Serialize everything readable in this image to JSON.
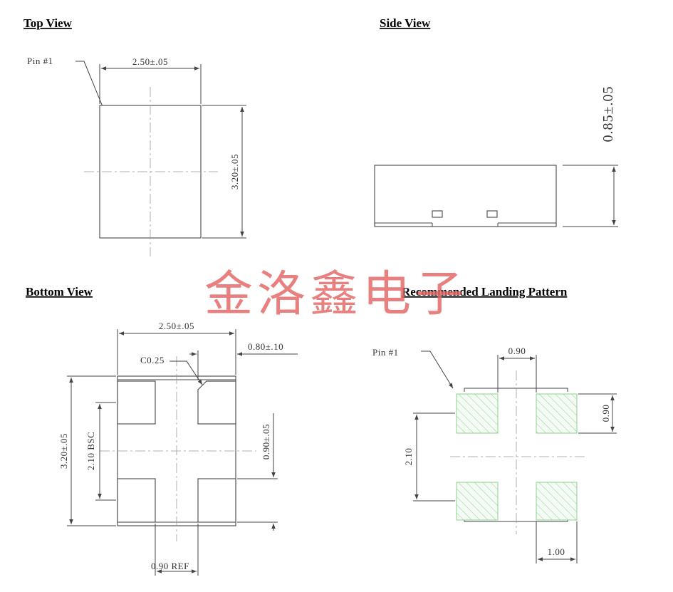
{
  "views": {
    "top": {
      "title": "Top View",
      "pin_label": "Pin  #1",
      "width_dim": "2.50±.05",
      "height_dim": "3.20±.05"
    },
    "side": {
      "title": "Side View",
      "thickness_dim": "0.85±.05"
    },
    "bottom": {
      "title": "Bottom View",
      "width_dim": "2.50±.05",
      "pad_width_dim": "0.80±.10",
      "chamfer": "C0.25",
      "height_dim": "3.20±.05",
      "pitch_dim": "2.10 BSC",
      "pad_height_dim": "0.90±.05",
      "gap_dim": "0.90 REF"
    },
    "landing": {
      "title": "Recommended Landing Pattern",
      "pin_label": "Pin  #1",
      "gap_dim": "0.90",
      "pad_height_dim": "0.90",
      "pitch_dim": "2.10",
      "pad_width_dim": "1.00"
    }
  },
  "watermark": "金洛鑫电子",
  "colors": {
    "watermark": "#e56a6a",
    "land_pad": "#8fd08f",
    "lines": "#444444"
  }
}
